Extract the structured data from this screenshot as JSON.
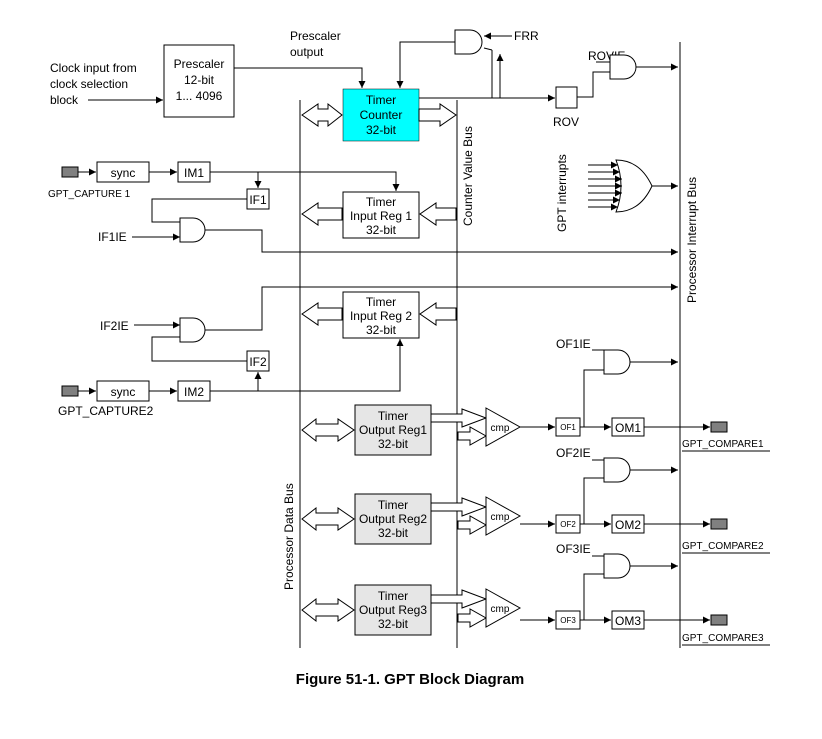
{
  "labels": {
    "clock_input_1": "Clock input from",
    "clock_input_2": "clock selection",
    "clock_input_3": "block",
    "prescaler_output_1": "Prescaler",
    "prescaler_output_2": "output",
    "frr": "FRR",
    "rovie": "ROVIE",
    "rov": "ROV",
    "gpt_interrupts": "GPT interrupts",
    "counter_value_bus": "Counter Value Bus",
    "processor_interrupt_bus": "Processor Interrupt Bus",
    "processor_data_bus": "Processor Data Bus",
    "gpt_capture1": "GPT_CAPTURE 1",
    "gpt_capture2": "GPT_CAPTURE2",
    "if1ie": "IF1IE",
    "if2ie": "IF2IE",
    "of1ie": "OF1IE",
    "of2ie": "OF2IE",
    "of3ie": "OF3IE",
    "gpt_compare1": "GPT_COMPARE1",
    "gpt_compare2": "GPT_COMPARE2",
    "gpt_compare3": "GPT_COMPARE3"
  },
  "blocks": {
    "prescaler": {
      "l1": "Prescaler",
      "l2": "12-bit",
      "l3": "1...  4096"
    },
    "timer_counter": {
      "l1": "Timer",
      "l2": "Counter",
      "l3": "32-bit"
    },
    "input_reg1": {
      "l1": "Timer",
      "l2": "Input Reg 1",
      "l3": "32-bit"
    },
    "input_reg2": {
      "l1": "Timer",
      "l2": "Input Reg 2",
      "l3": "32-bit"
    },
    "output_reg1": {
      "l1": "Timer",
      "l2": "Output Reg1",
      "l3": "32-bit"
    },
    "output_reg2": {
      "l1": "Timer",
      "l2": "Output Reg2",
      "l3": "32-bit"
    },
    "output_reg3": {
      "l1": "Timer",
      "l2": "Output Reg3",
      "l3": "32-bit"
    },
    "sync1": "sync",
    "sync2": "sync",
    "im1": "IM1",
    "im2": "IM2",
    "if1": "IF1",
    "if2": "IF2",
    "of1": "OF1",
    "of2": "OF2",
    "of3": "OF3",
    "om1": "OM1",
    "om2": "OM2",
    "om3": "OM3",
    "cmp1": "cmp",
    "cmp2": "cmp",
    "cmp3": "cmp"
  },
  "caption": "Figure 51-1. GPT Block Diagram",
  "colors": {
    "timer_counter_fill": "#00ffff",
    "output_reg_fill": "#e6e6e6",
    "pin_fill": "#808080"
  }
}
